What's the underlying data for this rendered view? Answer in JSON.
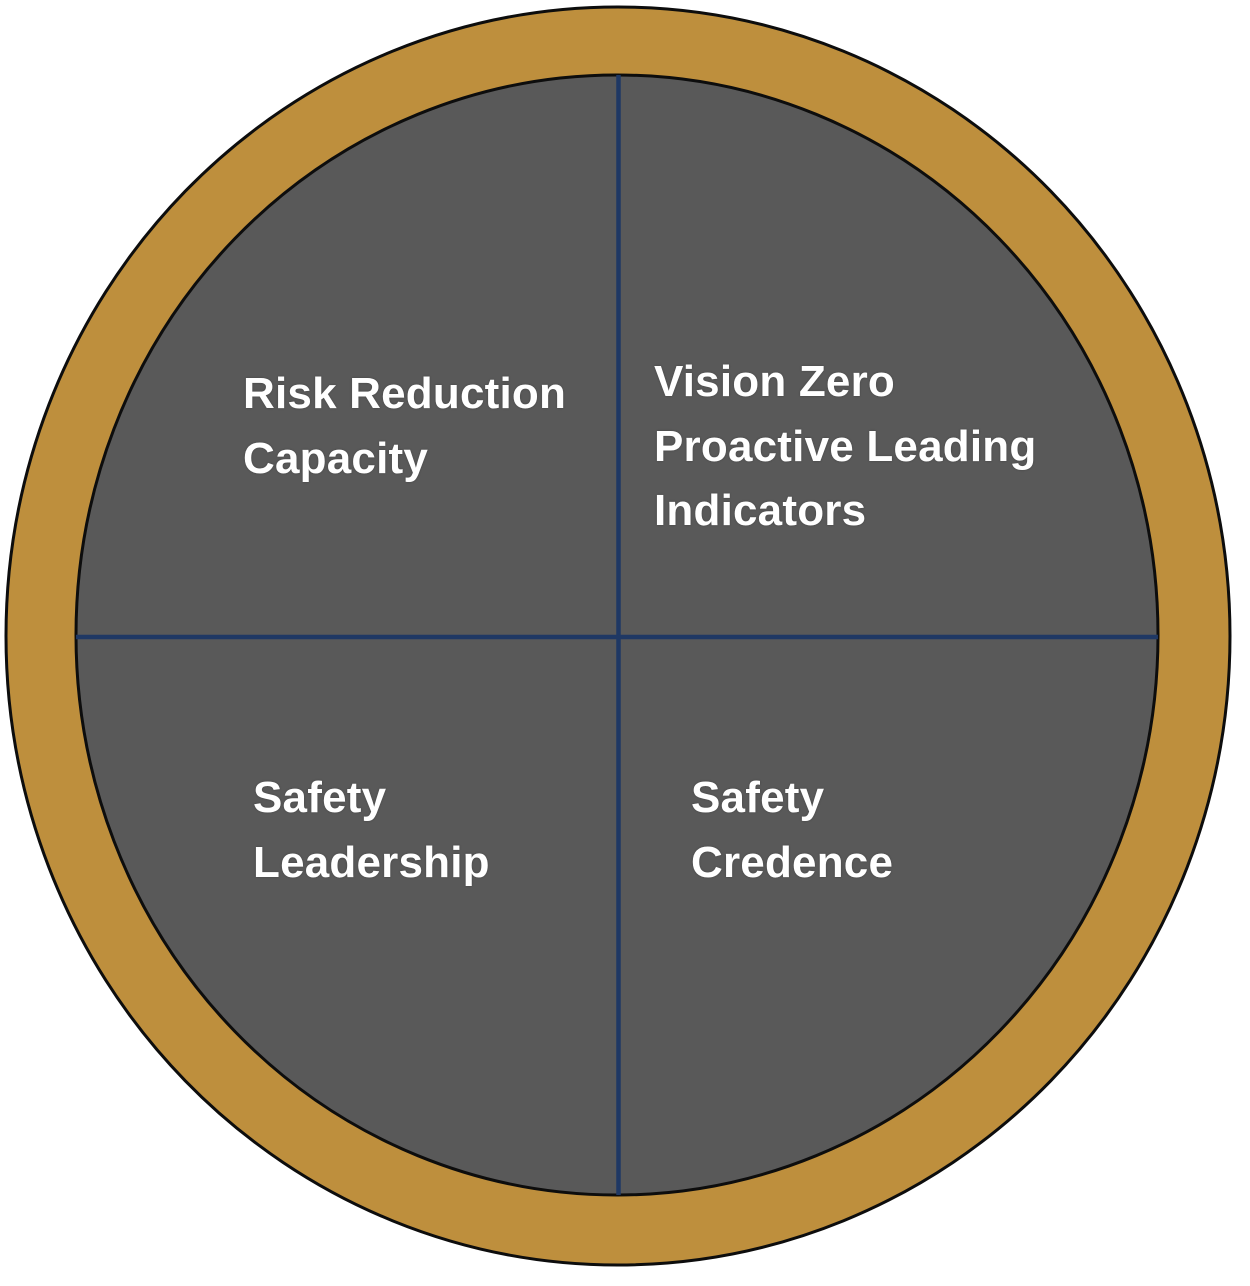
{
  "figure": {
    "type": "quadrant-circle-diagram",
    "quadrants": {
      "top_left": {
        "label": "Risk Reduction\nCapacity"
      },
      "top_right": {
        "label": "Vision Zero\nProactive Leading\nIndicators"
      },
      "bottom_left": {
        "label": "Safety\nLeadership"
      },
      "bottom_right": {
        "label": "Safety\nCredence"
      }
    }
  },
  "colors": {
    "ring_gold": "#BE8F3D",
    "quadrant_gray": "#595959",
    "divider_navy": "#1F3864",
    "outline_black": "#0D0D0D",
    "label_white": "#FFFFFF",
    "background": "#FFFFFF"
  }
}
